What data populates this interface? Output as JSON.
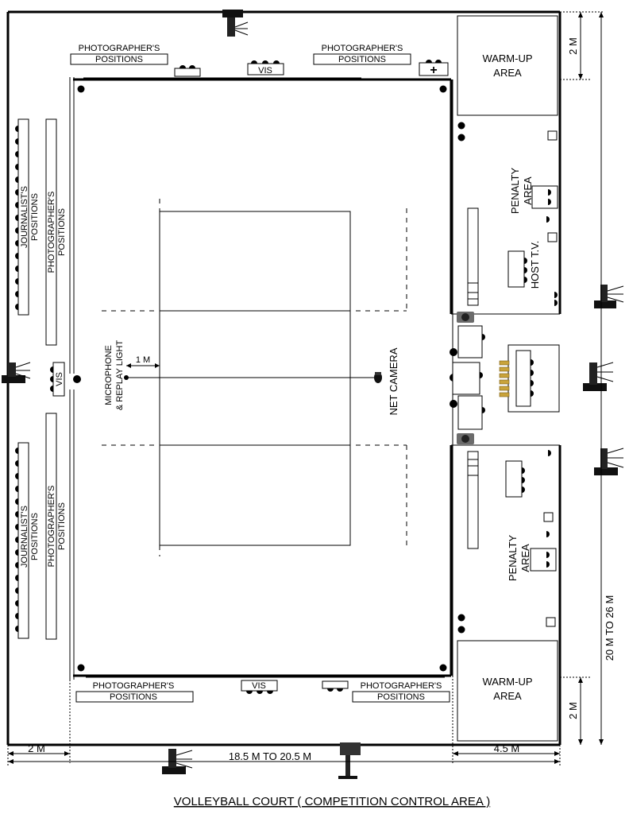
{
  "caption": "VOLLEYBALL COURT  ( COMPETITION CONTROL AREA )",
  "labels": {
    "photographers_positions": "PHOTOGRAPHER'S POSITIONS",
    "photographers_positions_line1": "PHOTOGRAPHER'S",
    "photographers_positions_line2": "POSITIONS",
    "journalists_line1": "JOURNALIST'S",
    "journalists_line2": "POSITIONS",
    "vis": "VIS",
    "warmup_line1": "WARM-UP",
    "warmup_line2": "AREA",
    "penalty_line1": "PENALTY",
    "penalty_line2": "AREA",
    "host_tv": "HOST T.V.",
    "net_camera": "NET CAMERA",
    "microphone_line1": "MICROPHONE",
    "microphone_line2": "& REPLAY LIGHT",
    "first_aid": "+"
  },
  "dimensions": {
    "one_m": "1 M",
    "two_m": "2 M",
    "length": "18.5 M TO 20.5 M",
    "width": "20 M TO 26 M",
    "four_five_m": "4.5 M"
  }
}
